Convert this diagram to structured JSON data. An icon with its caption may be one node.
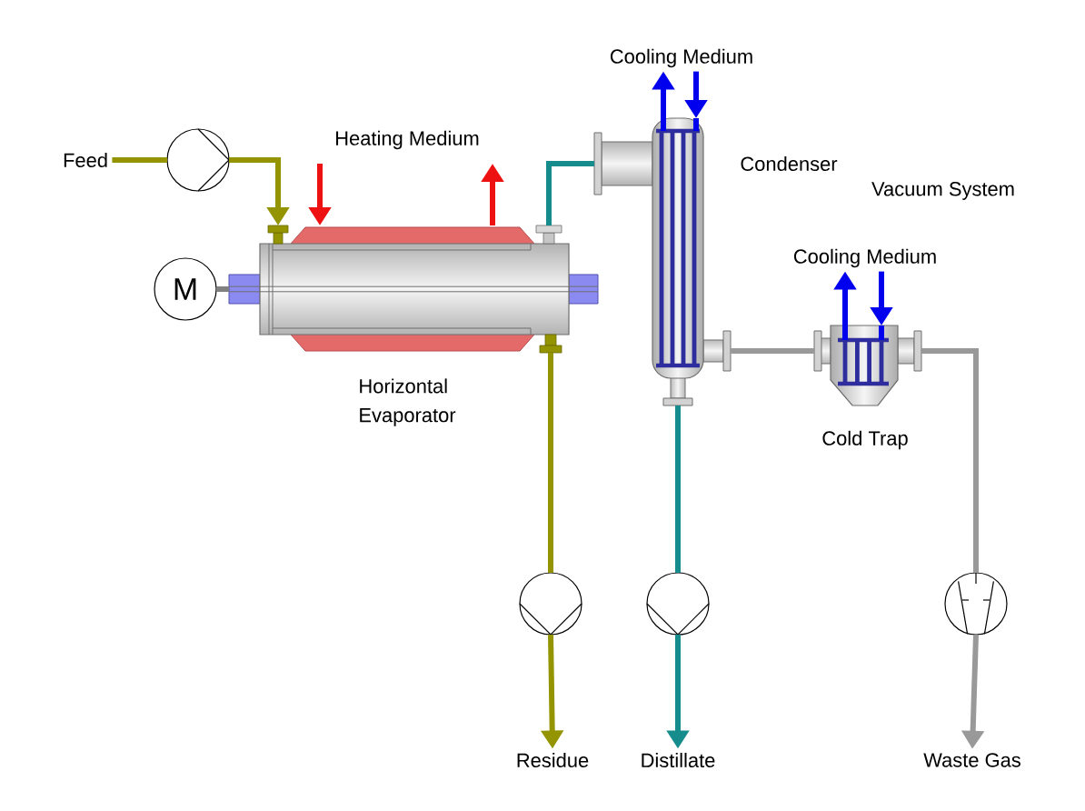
{
  "diagram": {
    "nodes": [
      {
        "text": [
          "Cooling Medium"
        ]
      },
      {
        "text": [
          "Feed"
        ]
      },
      {
        "text": [],
        "shape": "circle"
      },
      {
        "text": [
          "M"
        ]
      },
      {
        "text": [],
        "shape": "picture",
        "beside": [
          "Horizontal Evaporator"
        ]
      },
      {
        "text": [],
        "shape": "picture",
        "beside": [
          "Condenser"
        ]
      },
      {
        "text": [
          "Cooling Medium"
        ]
      },
      {
        "text": [],
        "shape": "picture",
        "beside": [
          "Cold Trap"
        ]
      },
      {
        "text": [],
        "shape": "circle"
      },
      {
        "text": [],
        "shape": "circle"
      },
      {
        "text": [],
        "shape": "circle"
      },
      {
        "text": [
          "Residue"
        ]
      },
      {
        "text": [
          "Distillate"
        ]
      },
      {
        "text": [
          "Waste Gas"
        ]
      }
    ],
    "edges": [
      {
        "from": 1,
        "to": 2,
        "arrow": "none",
        "color": "#949400"
      },
      {
        "from": 2,
        "to": 4,
        "arrow": "to",
        "color": "#949400"
      },
      {
        "from": 3,
        "to": 4,
        "arrow": "none",
        "color": "#808080"
      },
      {
        "from": null,
        "to": 4,
        "arrow": "to",
        "color": "#ee1111"
      },
      {
        "from": 4,
        "to": null,
        "arrow": "to",
        "color": "#ee1111"
      },
      {
        "from": 4,
        "to": 5,
        "arrow": "none",
        "color": "#168c8c"
      },
      {
        "from": 5,
        "to": 0,
        "arrow": "to",
        "color": "#0000ee"
      },
      {
        "from": 0,
        "to": 5,
        "arrow": "to",
        "color": "#0000ee"
      },
      {
        "from": 5,
        "to": 7,
        "arrow": "none",
        "color": "#999999"
      },
      {
        "from": 7,
        "to": 6,
        "arrow": "to",
        "color": "#0000ee"
      },
      {
        "from": 6,
        "to": 7,
        "arrow": "to",
        "color": "#0000ee"
      },
      {
        "from": 4,
        "to": 8,
        "arrow": "none",
        "color": "#949400"
      },
      {
        "from": 8,
        "to": 11,
        "arrow": "to",
        "color": "#949400"
      },
      {
        "from": 5,
        "to": 9,
        "arrow": "none",
        "color": "#168c8c"
      },
      {
        "from": 9,
        "to": 12,
        "arrow": "to",
        "color": "#168c8c"
      },
      {
        "from": 7,
        "to": 10,
        "arrow": "none",
        "color": "#999999"
      },
      {
        "from": 10,
        "to": 13,
        "arrow": "to",
        "color": "#999999"
      }
    ],
    "labels": [
      "Heating Medium",
      "Vacuum System"
    ]
  }
}
